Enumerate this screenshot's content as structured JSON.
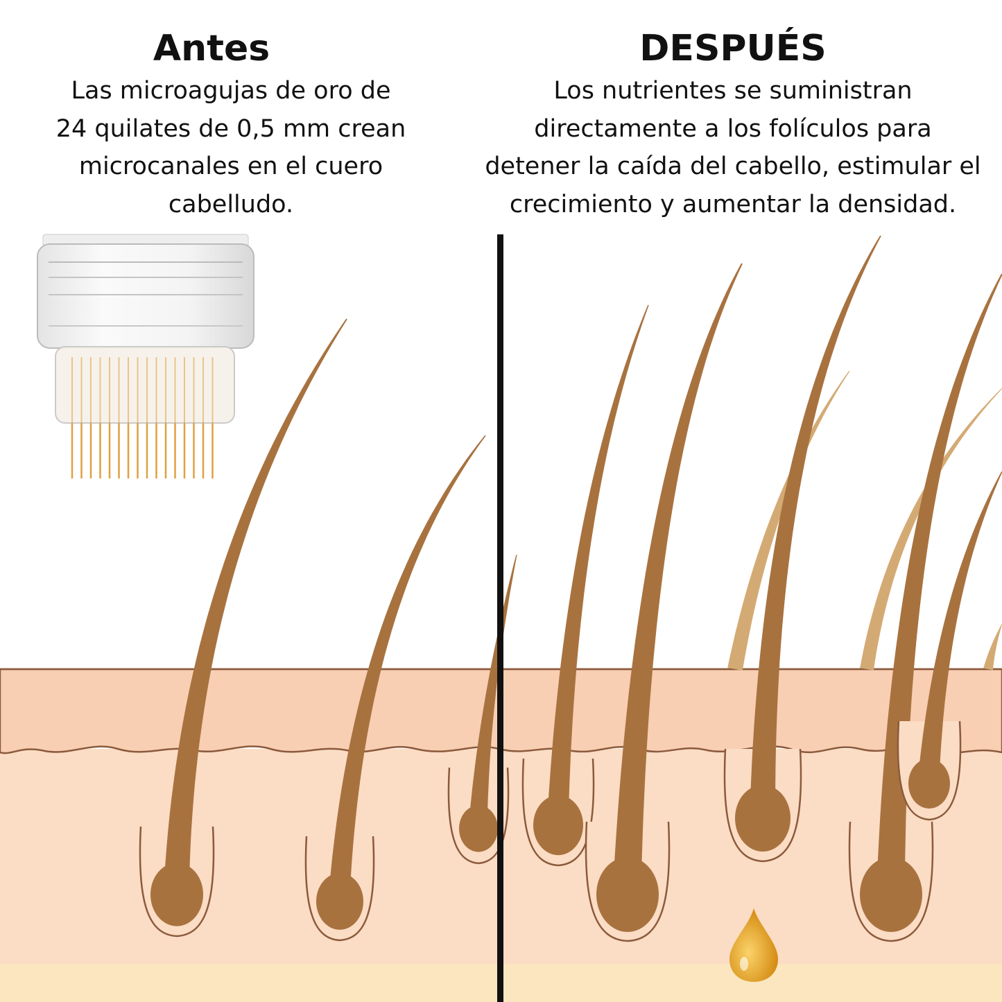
{
  "before": {
    "title": "Antes",
    "description_lines": [
      "Las microagujas de oro de",
      "24 quilates de 0,5 mm crean",
      "microcanales en el cuero",
      "cabelludo."
    ]
  },
  "after": {
    "title": "DESPUÉS",
    "description_lines": [
      "Los nutrientes se suministran",
      "directamente a los folículos para",
      "detener la caída del cabello, estimular el",
      "crecimiento y aumentar la densidad."
    ]
  },
  "colors": {
    "hair": "#a8723f",
    "hair_light": "#d4aa74",
    "skin_top": "#f8cfb3",
    "skin_lower": "#fbdcc4",
    "skin_deep": "#fbe6c0",
    "outline": "#8b5a3c",
    "divider": "#111111",
    "needles": "#e0a040",
    "drop": "#e6a523"
  }
}
